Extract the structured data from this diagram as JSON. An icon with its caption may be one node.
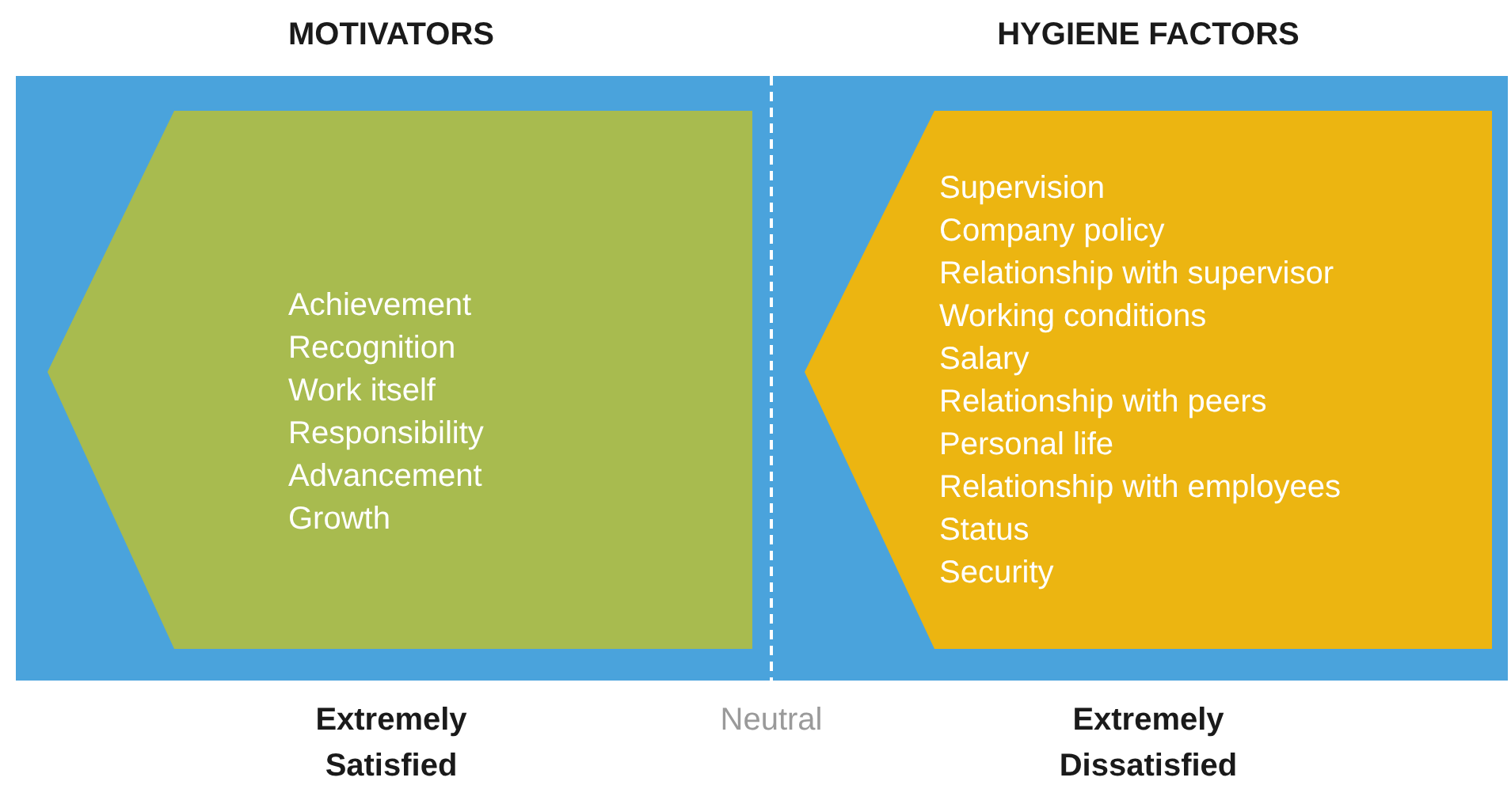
{
  "diagram": {
    "nodes": [
      {
        "text": [],
        "shape": "box"
      },
      {
        "text": [
          "Achievement",
          "Recognition",
          "Work itself",
          "Responsibility",
          "Advancement",
          "Growth"
        ],
        "in": 0
      },
      {
        "text": [
          "Supervision",
          "Company policy",
          "Relationship with supervisor",
          "Working conditions",
          "Salary",
          "Relationship with peers",
          "Personal life",
          "Relationship with employees",
          "Status",
          "Security"
        ],
        "in": 0
      }
    ],
    "labels": [
      "MOTIVATORS",
      "HYGIENE FACTORS",
      "Extremely Satisfied",
      "Neutral",
      "Extremely Dissatisfied"
    ]
  }
}
